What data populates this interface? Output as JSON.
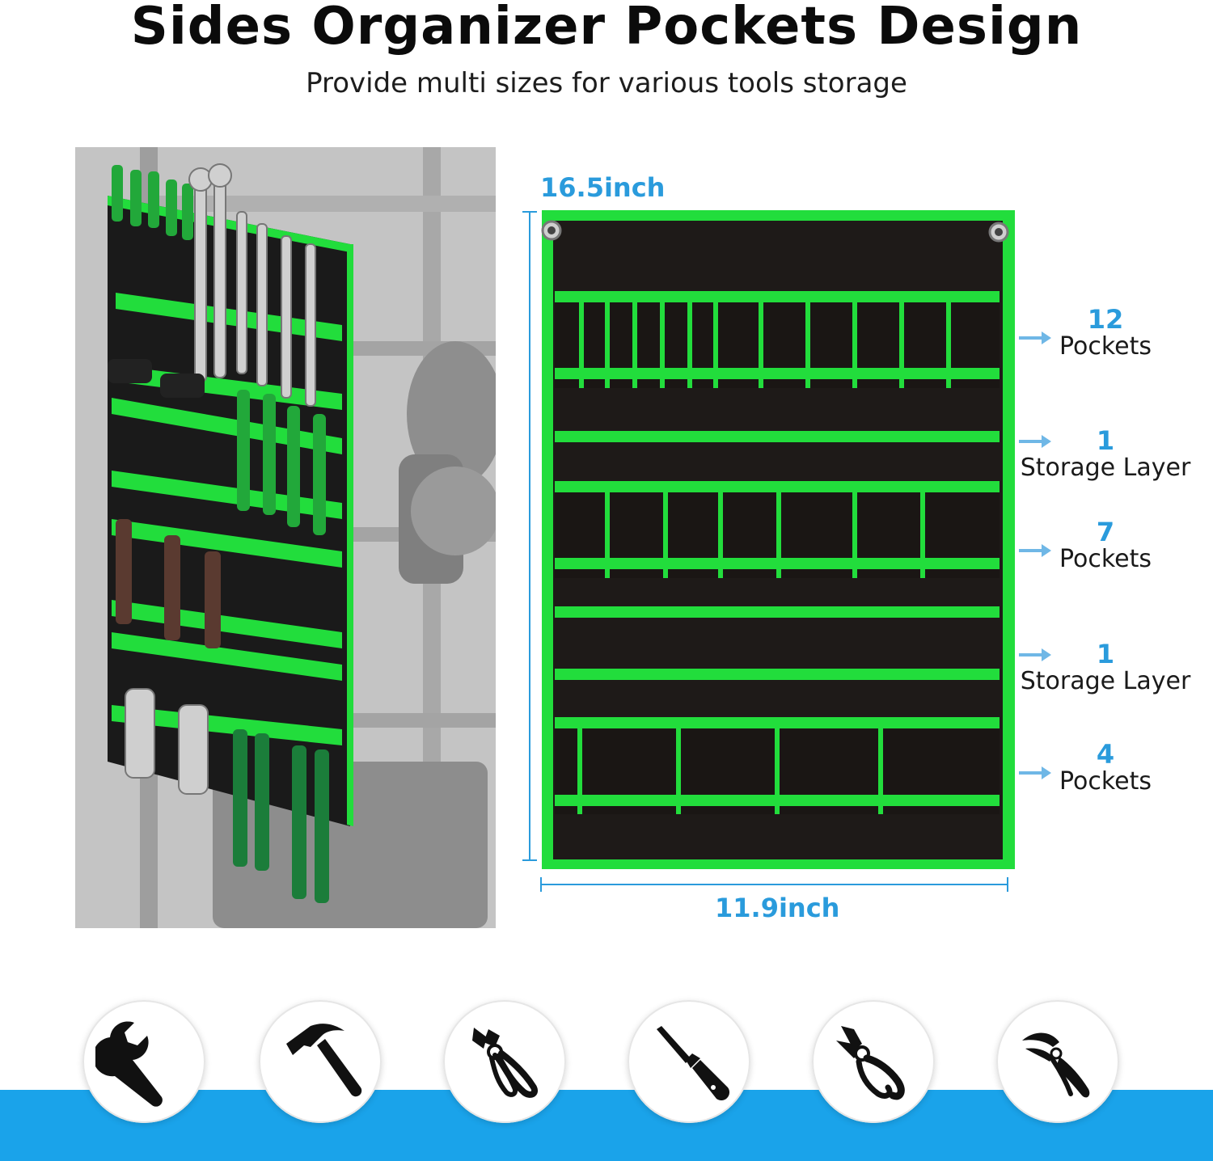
{
  "header": {
    "title": "Sides Organizer Pockets Design",
    "subtitle": "Provide multi sizes for various tools storage"
  },
  "dimensions": {
    "height": "16.5inch",
    "width": "11.9inch"
  },
  "callouts": [
    {
      "number": "12",
      "label": "Pockets"
    },
    {
      "number": "1",
      "label": "Storage Layer"
    },
    {
      "number": "7",
      "label": "Pockets"
    },
    {
      "number": "1",
      "label": "Storage Layer"
    },
    {
      "number": "4",
      "label": "Pockets"
    }
  ],
  "tool_icons": [
    "wrench-icon",
    "hammer-icon",
    "nippers-icon",
    "screwdriver-icon",
    "pliers-icon",
    "pruning-shears-icon"
  ],
  "colors": {
    "accent_blue": "#2a9bdc",
    "band_blue": "#1aa3ea",
    "organizer_green": "#22dd3c",
    "organizer_black": "#1e1a18"
  }
}
